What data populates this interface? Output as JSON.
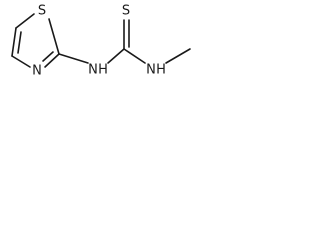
{
  "molecule": {
    "atoms": {
      "ring_sulfur": "S",
      "ring_nitrogen": "N",
      "thioxo_sulfur": "S",
      "nh_left": "N",
      "h_left": "H",
      "nh_right": "N",
      "h_right": "H"
    }
  }
}
